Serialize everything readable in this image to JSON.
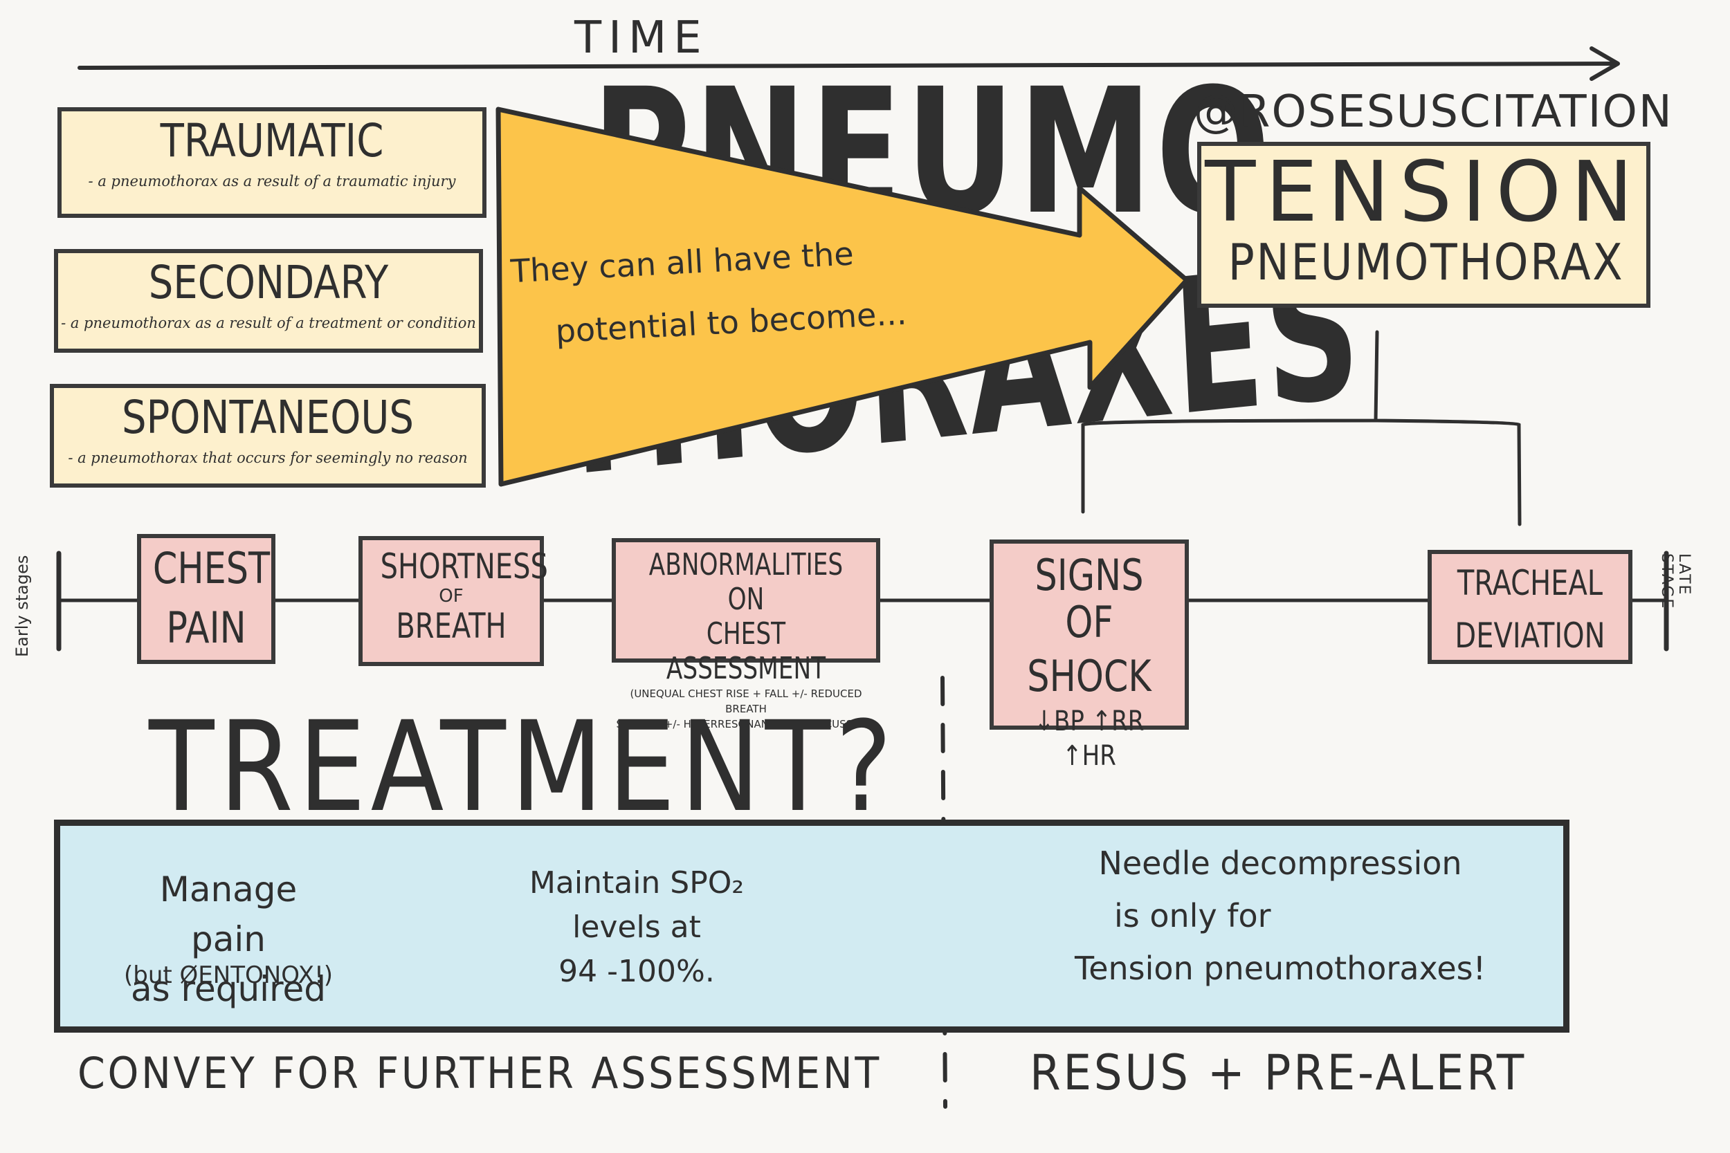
{
  "time_label": "TIME",
  "handle": "@ROSESUSCITATION",
  "title": {
    "line1": "PNEUMO-",
    "line2": "THORAXES"
  },
  "types": [
    {
      "name": "TRAUMATIC",
      "desc": "- a pneumothorax as a result of a traumatic injury"
    },
    {
      "name": "SECONDARY",
      "desc": "- a pneumothorax as a result of a treatment or condition"
    },
    {
      "name": "SPONTANEOUS",
      "desc": "- a pneumothorax that occurs for seemingly no reason"
    }
  ],
  "arrow_text": {
    "line1": "They can all have the",
    "line2": "potential to become..."
  },
  "tension": {
    "line1": "TENSION",
    "line2": "PNEUMOTHORAX"
  },
  "stages": {
    "early": "Early stages",
    "late": "LATE STAGE"
  },
  "symptoms": {
    "chest_pain": {
      "l1": "CHEST",
      "l2": "PAIN"
    },
    "sob": {
      "l1": "SHORTNESS",
      "l2": "OF",
      "l3": "BREATH"
    },
    "abnorm": {
      "l1": "ABNORMALITIES ON",
      "l2": "CHEST ASSESSMENT",
      "l3": "(UNEQUAL CHEST RISE + FALL +/- REDUCED BREATH",
      "l4": "SOUNDS +/- HYPERRESONANCE ON PERCUSSION)"
    },
    "shock": {
      "l1": "SIGNS OF",
      "l2": "SHOCK",
      "l3": "↓BP ↑RR ↑HR"
    },
    "tracheal": {
      "l1": "TRACHEAL",
      "l2": "DEVIATION"
    }
  },
  "treatment": {
    "heading": "TREATMENT?",
    "pain": {
      "l1": "Manage pain",
      "l2": "as required",
      "note": "(but ØENTONOX!)"
    },
    "spo2": {
      "l1": "Maintain SPO₂",
      "l2": "levels at",
      "l3": "94 -100%."
    },
    "needle": {
      "l1": "Needle decompression",
      "l2": "is only for",
      "l3": "Tension pneumothoraxes!"
    },
    "convey": "CONVEY FOR FURTHER ASSESSMENT",
    "resus": "RESUS + PRE-ALERT"
  },
  "colors": {
    "type_fill": "#fdf0cd",
    "arrow_fill": "#fcc44a",
    "symptom_fill": "#f4ccc8",
    "treatment_fill": "#d2ebf2",
    "ink": "#2f2f2f"
  }
}
